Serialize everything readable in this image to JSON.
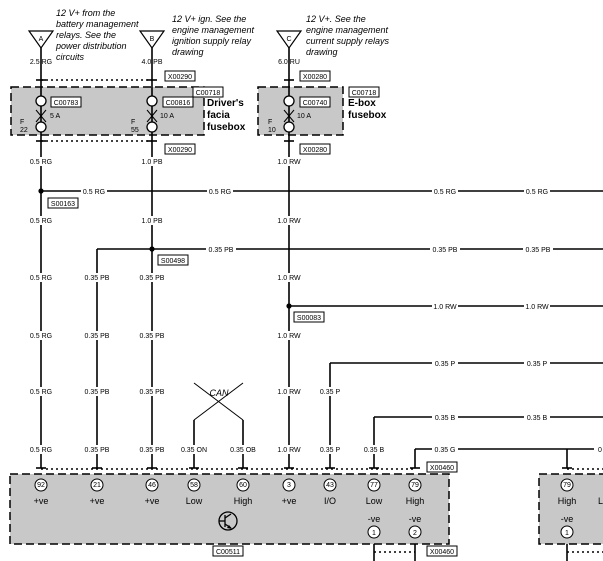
{
  "notes": {
    "a_lines": [
      "12 V+ from the",
      "battery management",
      "relays. See the",
      "power distribution",
      "circuits"
    ],
    "b_lines": [
      "12 V+ ign. See the",
      "engine management",
      "ignition supply relay",
      "drawing"
    ],
    "c_lines": [
      "12 V+. See the",
      "engine management",
      "current supply relays",
      "drawing"
    ],
    "can": "CAN"
  },
  "feeds": {
    "a": "A",
    "b": "B",
    "c": "C"
  },
  "wires": {
    "rg_25": "2.5 RG",
    "pb_40": "4.0 PB",
    "ru_60": "6.0 RU",
    "rg_05": "0.5 RG",
    "pb_10": "1.0 PB",
    "rw_10": "1.0 RW",
    "pb_035": "0.35 PB",
    "p_035": "0.35 P",
    "on_035": "0.35 ON",
    "ob_035": "0.35 OB",
    "b_035": "0.35 B",
    "g_035": "0.35 G",
    "g_cut": "0"
  },
  "connectors": {
    "x00290": "X00290",
    "x00280": "X00280",
    "x00460": "X00460",
    "c00718": "C00718",
    "c00783": "C00783",
    "c00816": "C00816",
    "c00740": "C00740",
    "s00163": "S00163",
    "s00498": "S00498",
    "s00083": "S00083",
    "c00511": "C00511"
  },
  "fusebox": {
    "drivers": [
      "Driver's",
      "facia",
      "fusebox"
    ],
    "ebox": [
      "E-box",
      "fusebox"
    ],
    "fuse_letter": "F",
    "f22": "22",
    "f55": "55",
    "f10": "10",
    "a5": "5 A",
    "a10": "10 A"
  },
  "ecu": {
    "pins": [
      "92",
      "21",
      "46",
      "58",
      "60",
      "3",
      "43",
      "77",
      "79",
      "1",
      "2"
    ],
    "labels": [
      "+ve",
      "+ve",
      "+ve",
      "Low",
      "High",
      "+ve",
      "I/O",
      "Low",
      "High",
      "-ve",
      "-ve"
    ],
    "right_pins": [
      "79",
      "1"
    ],
    "right_labels": [
      "High",
      "-ve",
      "L"
    ]
  }
}
